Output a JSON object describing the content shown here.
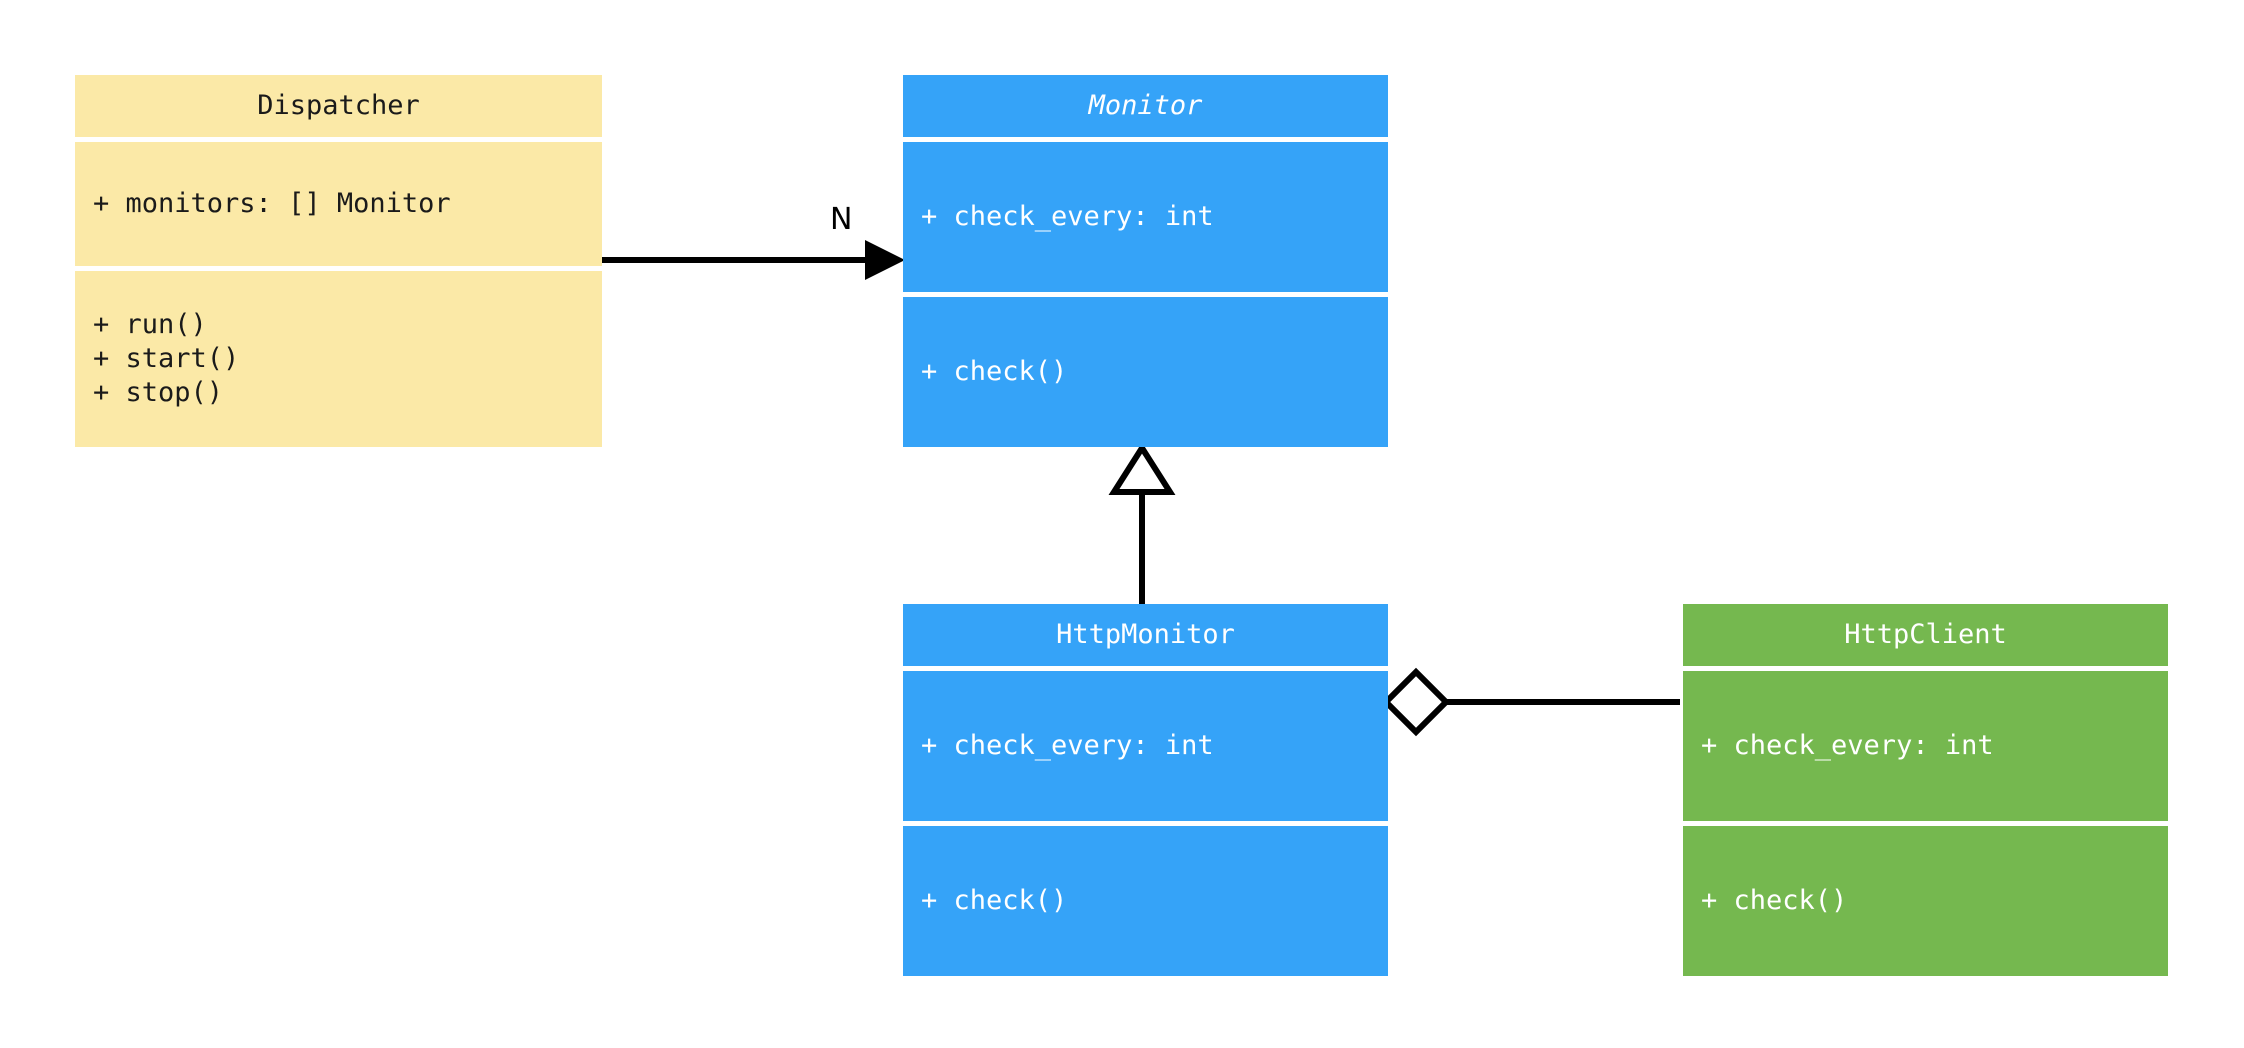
{
  "diagram": {
    "kind": "uml-class-diagram",
    "background": "#ffffff",
    "colors": {
      "yellow": "#fbe9a7",
      "blue": "#35a3f8",
      "green": "#75b84f",
      "line": "#000000",
      "dark_text": "#1a1a1a",
      "light_text": "#ffffff"
    }
  },
  "classes": {
    "dispatcher": {
      "name": "Dispatcher",
      "abstract": false,
      "attributes": [
        "+ monitors: [] Monitor"
      ],
      "methods": [
        "+ run()",
        "+ start()",
        "+ stop()"
      ]
    },
    "monitor": {
      "name": "Monitor",
      "abstract": true,
      "attributes": [
        "+ check_every: int"
      ],
      "methods": [
        "+ check()"
      ]
    },
    "http_monitor": {
      "name": "HttpMonitor",
      "abstract": false,
      "attributes": [
        "+ check_every: int"
      ],
      "methods": [
        "+ check()"
      ]
    },
    "http_client": {
      "name": "HttpClient",
      "abstract": false,
      "attributes": [
        "+ check_every: int"
      ],
      "methods": [
        "+ check()"
      ]
    }
  },
  "relations": {
    "dispatcher_to_monitor": {
      "type": "association",
      "label": "N",
      "from": "Dispatcher",
      "to": "Monitor"
    },
    "http_monitor_to_monitor": {
      "type": "generalization",
      "label": "",
      "from": "HttpMonitor",
      "to": "Monitor"
    },
    "http_monitor_to_http_client": {
      "type": "aggregation",
      "label": "",
      "from": "HttpMonitor",
      "to": "HttpClient"
    }
  }
}
